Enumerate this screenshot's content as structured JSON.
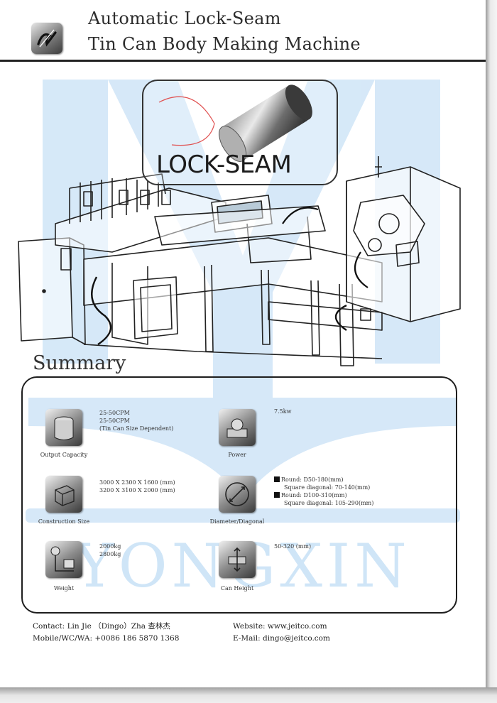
{
  "header": {
    "title_line1": "Automatic Lock-Seam",
    "title_line2": "Tin Can Body Making Machine"
  },
  "feature": {
    "label": "LOCK-SEAM"
  },
  "summary": {
    "heading": "Summary",
    "specs": [
      {
        "icon": "can-icon",
        "caption": "Output Capacity",
        "lines": [
          "25-50CPM",
          "25-50CPM",
          "(Tin Can Size Dependent)"
        ]
      },
      {
        "icon": "power-icon",
        "caption": "Power",
        "lines": [
          "7.5kw"
        ]
      },
      {
        "icon": "cube-icon",
        "caption": "Construction Size",
        "lines": [
          "3000 X 2300 X 1600 (mm)",
          "3200 X 3100 X 2000 (mm)"
        ]
      },
      {
        "icon": "diameter-icon",
        "caption": "Diameter/Diagonal",
        "lines": [
          "Round: D50-180(mm)",
          "Square diagonal: 70-140(mm)",
          "Round: D100-310(mm)",
          "Square diagonal: 105-290(mm)"
        ]
      },
      {
        "icon": "weight-icon",
        "caption": "Weight",
        "lines": [
          "2000kg",
          "2800kg"
        ]
      },
      {
        "icon": "height-icon",
        "caption": "Can Height",
        "lines": [
          "50-320 (mm)"
        ]
      }
    ]
  },
  "watermark": {
    "text": "YONGXIN"
  },
  "contact": {
    "name": "Contact: Lin Jie （Dingo）Zha 查林杰",
    "phone": "Mobile/WC/WA: +0086 186 5870 1368",
    "website": "Website: www.jeitco.com",
    "email": "E-Mail: dingo@jeitco.com"
  },
  "colors": {
    "watermark_blue": "#c9e2f5",
    "ink": "#222222"
  }
}
